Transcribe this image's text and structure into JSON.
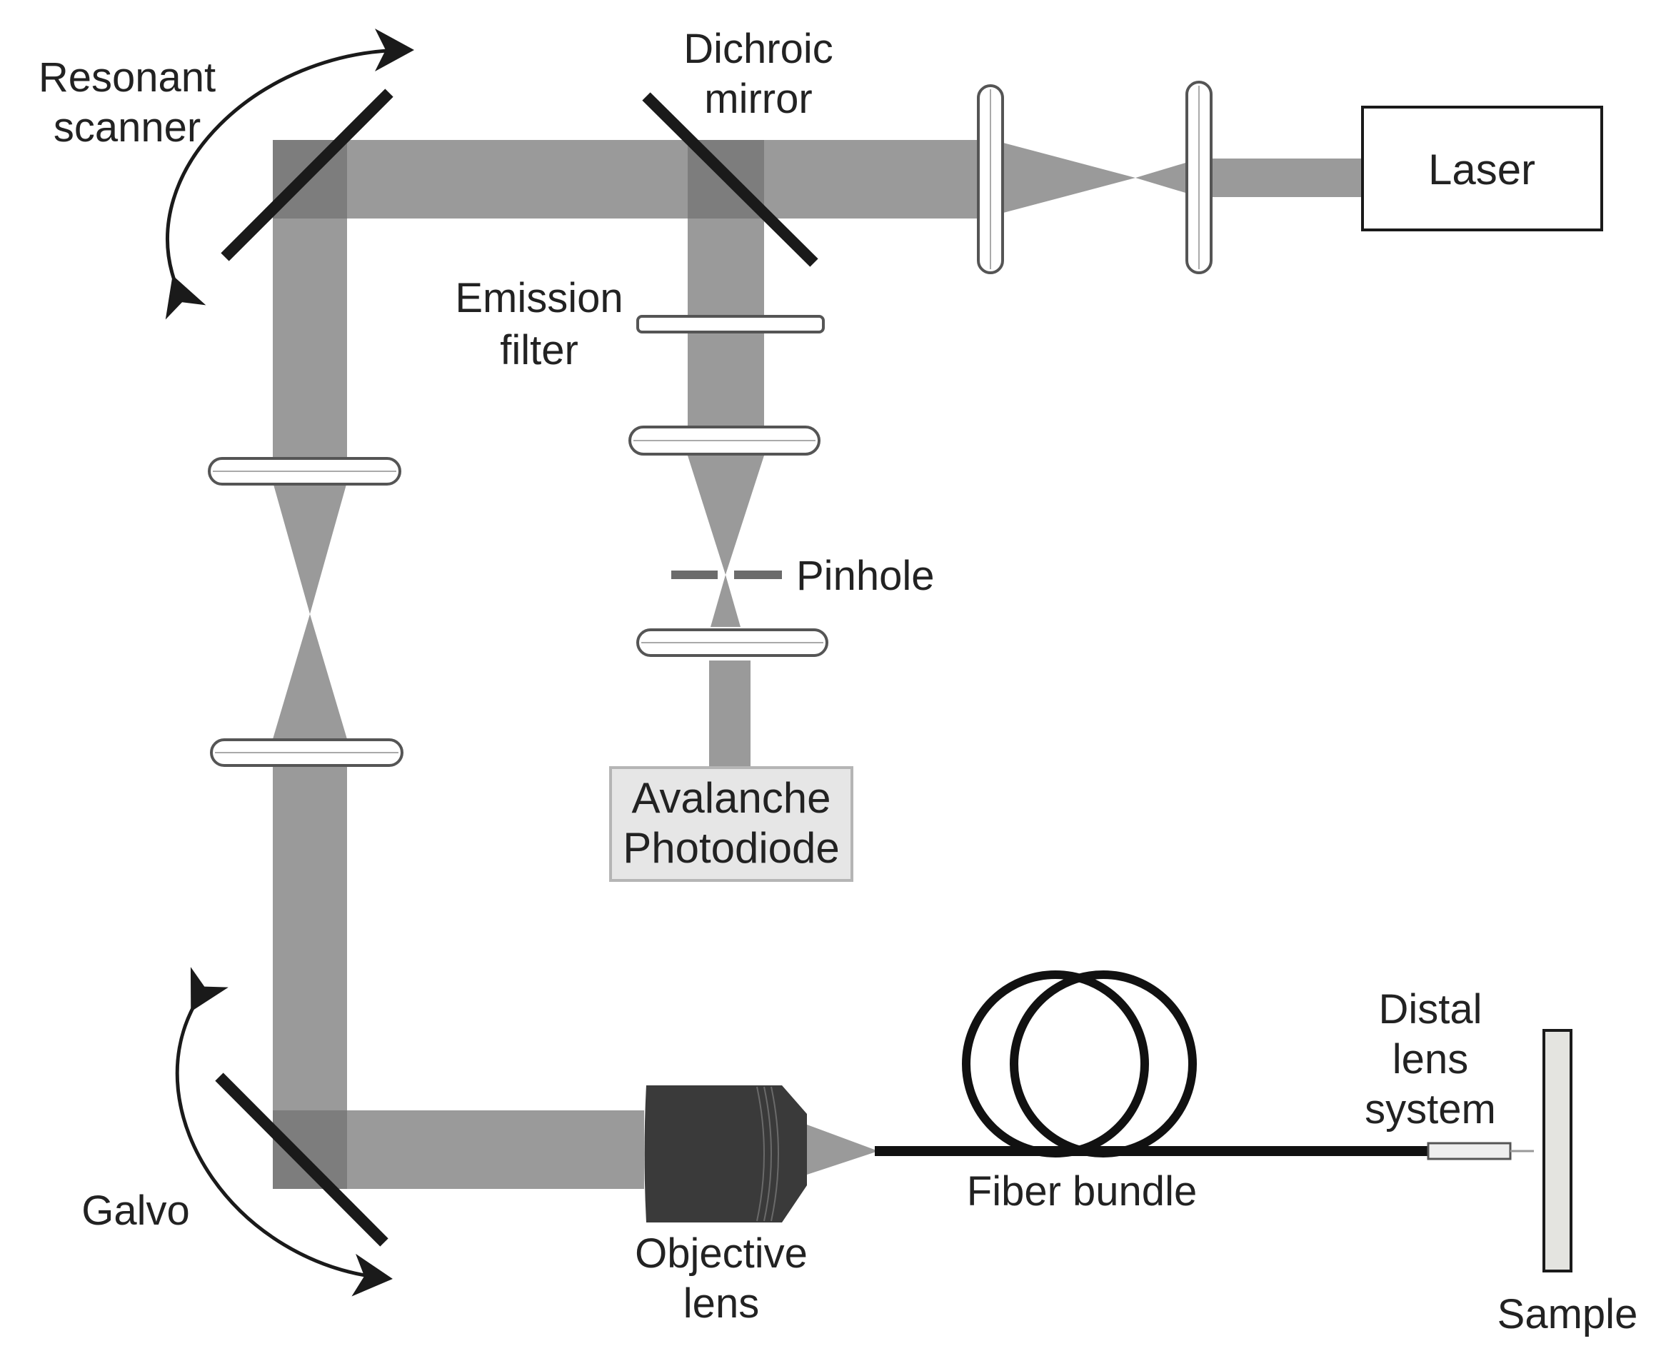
{
  "diagram": {
    "labels": {
      "resonant_scanner": [
        "Resonant",
        "scanner"
      ],
      "dichroic_mirror": [
        "Dichroic",
        "mirror"
      ],
      "laser": "Laser",
      "emission_filter": [
        "Emission",
        "filter"
      ],
      "pinhole": "Pinhole",
      "detector": [
        "Avalanche",
        "Photodiode"
      ],
      "galvo": "Galvo",
      "objective_lens": [
        "Objective",
        "lens"
      ],
      "fiber_bundle": "Fiber bundle",
      "distal_lens_system": [
        "Distal",
        "lens",
        "system"
      ],
      "sample": "Sample"
    },
    "colors": {
      "beam": "#9a9a9a",
      "beam_overlap": "#7d7d7d",
      "mirror": "#1a1a1a",
      "objective": "#3a3a3a",
      "detector_fill": "#e6e6e6",
      "sample_fill": "#e4e4e0",
      "text": "#222222"
    }
  }
}
